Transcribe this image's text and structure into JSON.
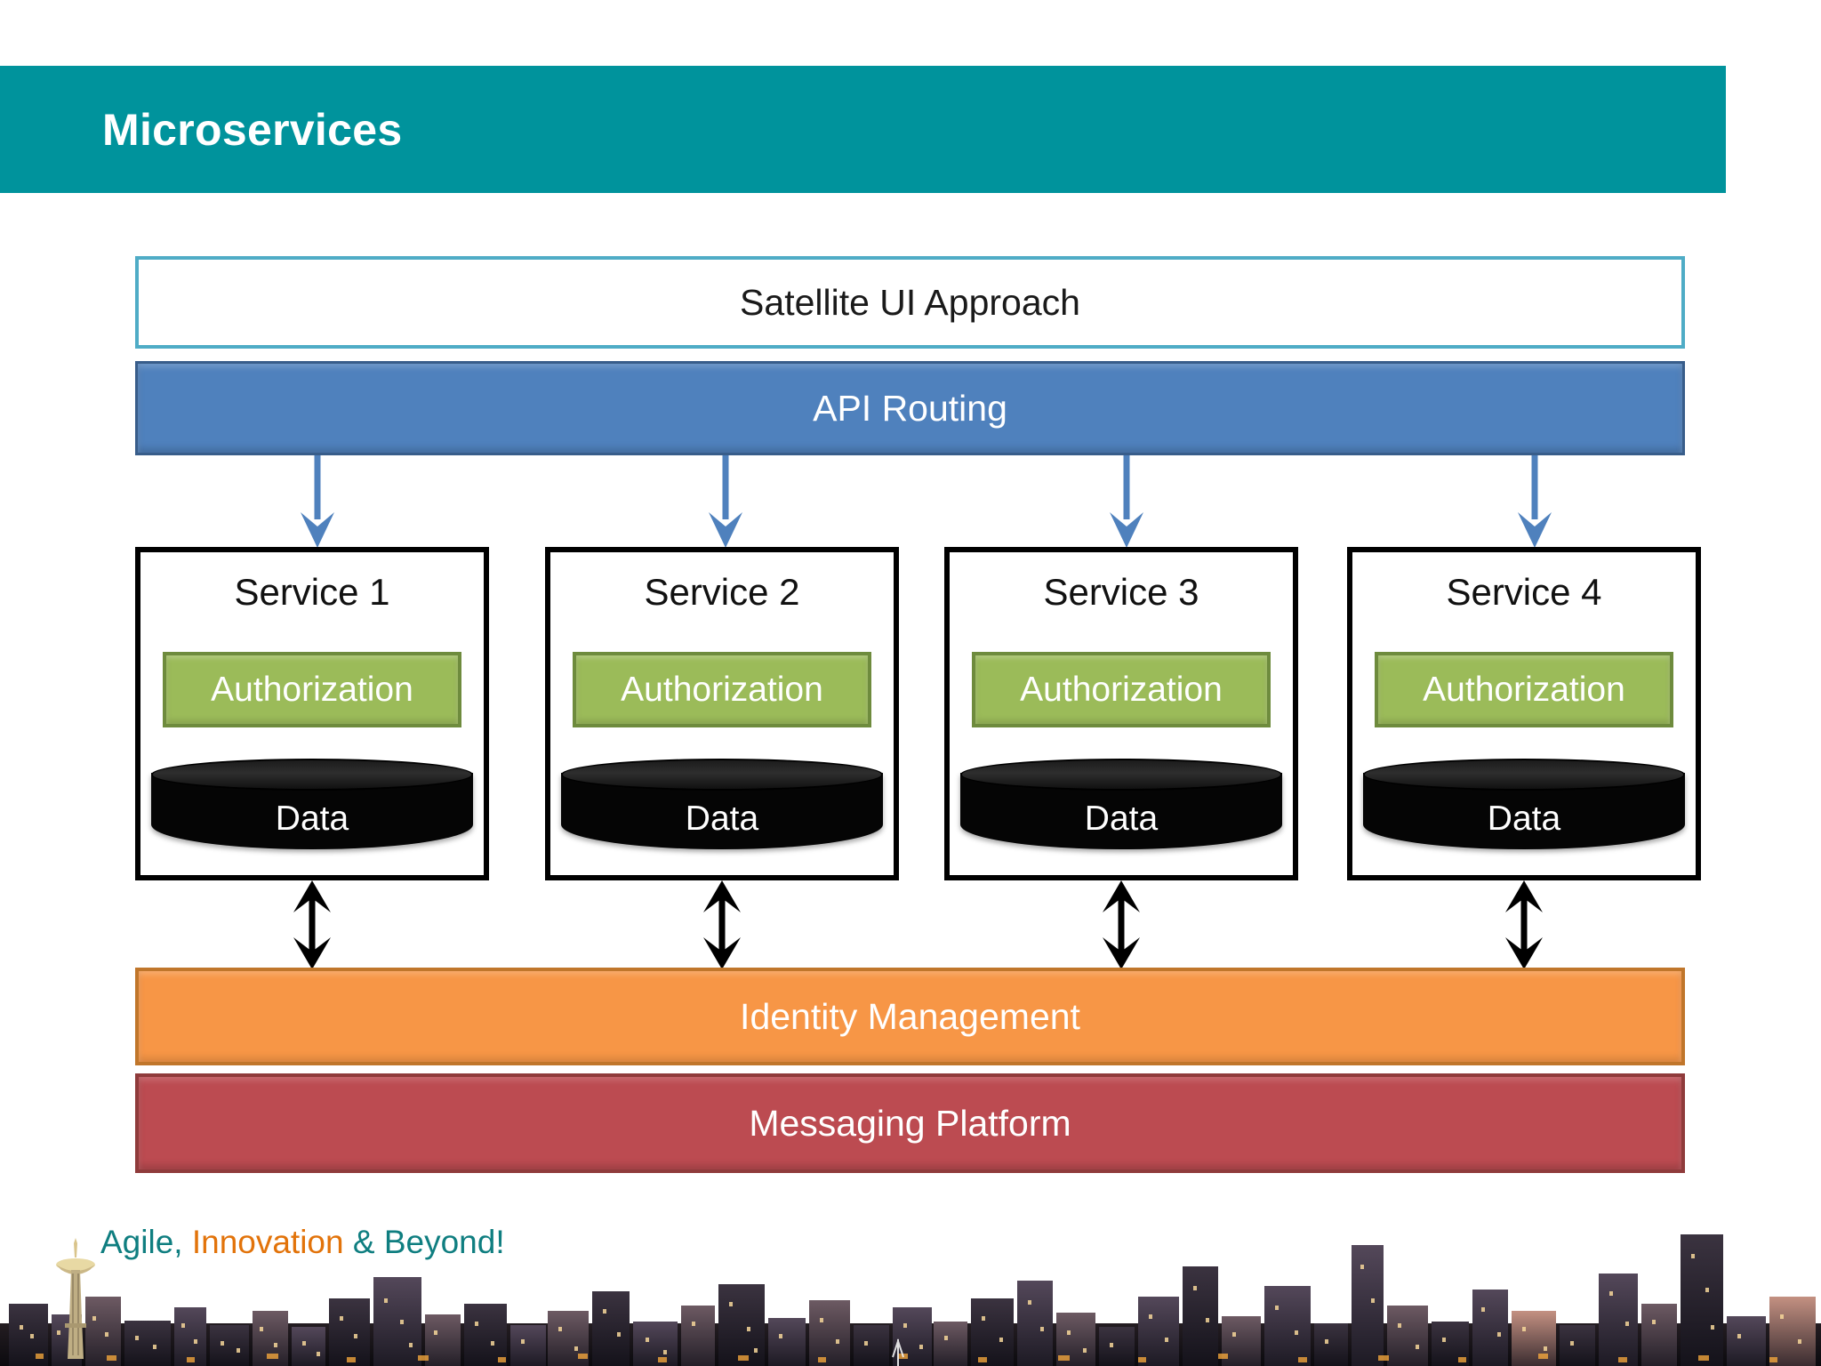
{
  "slide": {
    "title": "Microservices",
    "theme": {
      "title_bar_color": "#00939C",
      "satellite_border_color": "#4FACC6",
      "api_routing_color": "#4F81BD",
      "authorization_color": "#9BBB59",
      "identity_color": "#F79646",
      "messaging_color": "#BC4B51",
      "data_cylinder_color": "#050505",
      "service_border_color": "#000000",
      "arrow_blue": "#4F81BD",
      "arrow_black": "#000000"
    }
  },
  "diagram": {
    "satellite_layer": {
      "label": "Satellite UI Approach"
    },
    "api_layer": {
      "label": "API Routing"
    },
    "services": [
      {
        "title": "Service 1",
        "authorization": "Authorization",
        "data": "Data"
      },
      {
        "title": "Service 2",
        "authorization": "Authorization",
        "data": "Data"
      },
      {
        "title": "Service 3",
        "authorization": "Authorization",
        "data": "Data"
      },
      {
        "title": "Service 4",
        "authorization": "Authorization",
        "data": "Data"
      }
    ],
    "identity_layer": {
      "label": "Identity Management"
    },
    "messaging_layer": {
      "label": "Messaging Platform"
    }
  },
  "footer": {
    "tagline_part1": "Agile,",
    "tagline_part2": "Innovation",
    "tagline_part3": "& Beyond!",
    "image": "seattle-skyline-dusk"
  }
}
